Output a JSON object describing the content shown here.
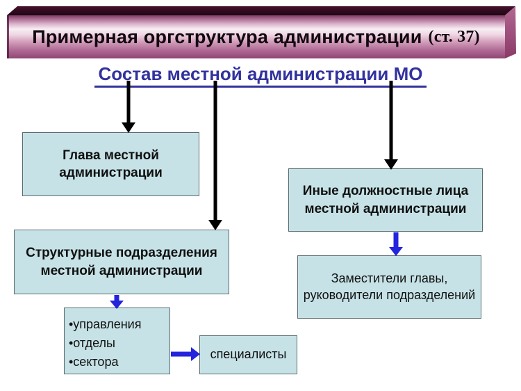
{
  "header": {
    "title": "Примерная оргструктура администрации",
    "title_suffix": "(ст. 37)",
    "subtitle": "Состав местной администрации МО"
  },
  "boxes": {
    "head": {
      "label": "Глава местной администрации"
    },
    "other_officials": {
      "label": "Иные должностные лица местной администрации"
    },
    "structural_units": {
      "label": "Структурные подразделения местной администрации"
    },
    "deputies": {
      "label": "Заместители главы, руководители подразделений"
    },
    "unit_types": {
      "items": [
        "•управления",
        "•отделы",
        "•сектора"
      ]
    },
    "specialists": {
      "label": "специалисты"
    }
  },
  "colors": {
    "box_fill": "#c6e2e6",
    "box_border": "#5a6a6e",
    "arrow_black": "#000000",
    "arrow_blue": "#2424dd",
    "subtitle_text": "#32329e",
    "title_text": "#120a10"
  }
}
